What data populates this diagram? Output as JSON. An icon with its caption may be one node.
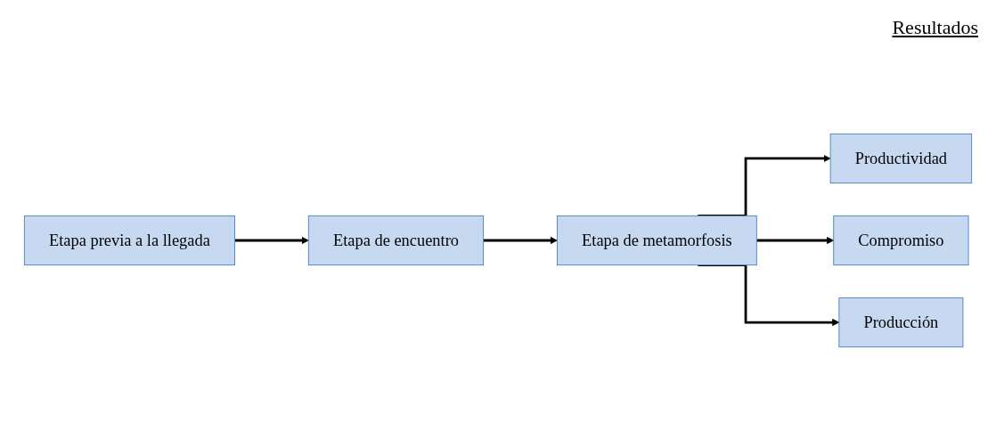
{
  "diagram": {
    "nodes": [
      {
        "text": [
          "Etapa previa a la llegada"
        ]
      },
      {
        "text": [
          "Etapa de encuentro"
        ]
      },
      {
        "text": [
          "Etapa de metamorfosis"
        ]
      },
      {
        "text": [
          "Productividad"
        ]
      },
      {
        "text": [
          "Compromiso"
        ]
      },
      {
        "text": [
          "Producción"
        ]
      }
    ],
    "edges": [
      {
        "from": 0,
        "to": 1,
        "arrow": "to"
      },
      {
        "from": 1,
        "to": 2,
        "arrow": "to"
      },
      {
        "from": 2,
        "to": 3,
        "arrow": "to"
      },
      {
        "from": 2,
        "to": 4,
        "arrow": "to"
      },
      {
        "from": 2,
        "to": 5,
        "arrow": "to"
      }
    ],
    "labels": [
      "Resultados"
    ]
  }
}
